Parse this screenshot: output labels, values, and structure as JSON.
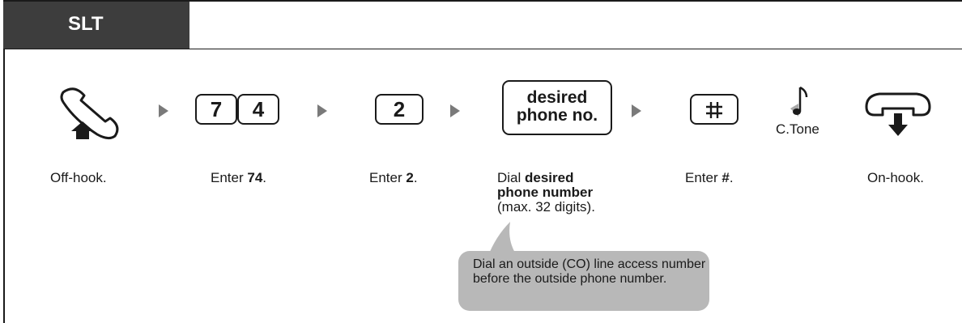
{
  "header": {
    "title": "SLT"
  },
  "keys": {
    "seven": "7",
    "four": "4",
    "two": "2",
    "desired_line1": "desired",
    "desired_line2": "phone no."
  },
  "tone": {
    "label": "C.Tone"
  },
  "captions": {
    "offhook": "Off-hook.",
    "enter74_prefix": "Enter ",
    "enter74_value": "74",
    "enter2_prefix": "Enter ",
    "enter2_value": "2",
    "dial_prefix": "Dial ",
    "dial_value_line1": "desired",
    "dial_value_line2": "phone number",
    "dial_suffix": "(max. 32 digits).",
    "enterhash_prefix": "Enter ",
    "enterhash_value": "#",
    "onhook": "On-hook.",
    "period": "."
  },
  "note": {
    "text": "Dial an outside (CO) line access number before the outside phone number."
  },
  "icons": [
    "handset-offhook-icon",
    "step-arrow-icon",
    "hash-key-icon",
    "music-note-icon",
    "handset-onhook-icon"
  ]
}
